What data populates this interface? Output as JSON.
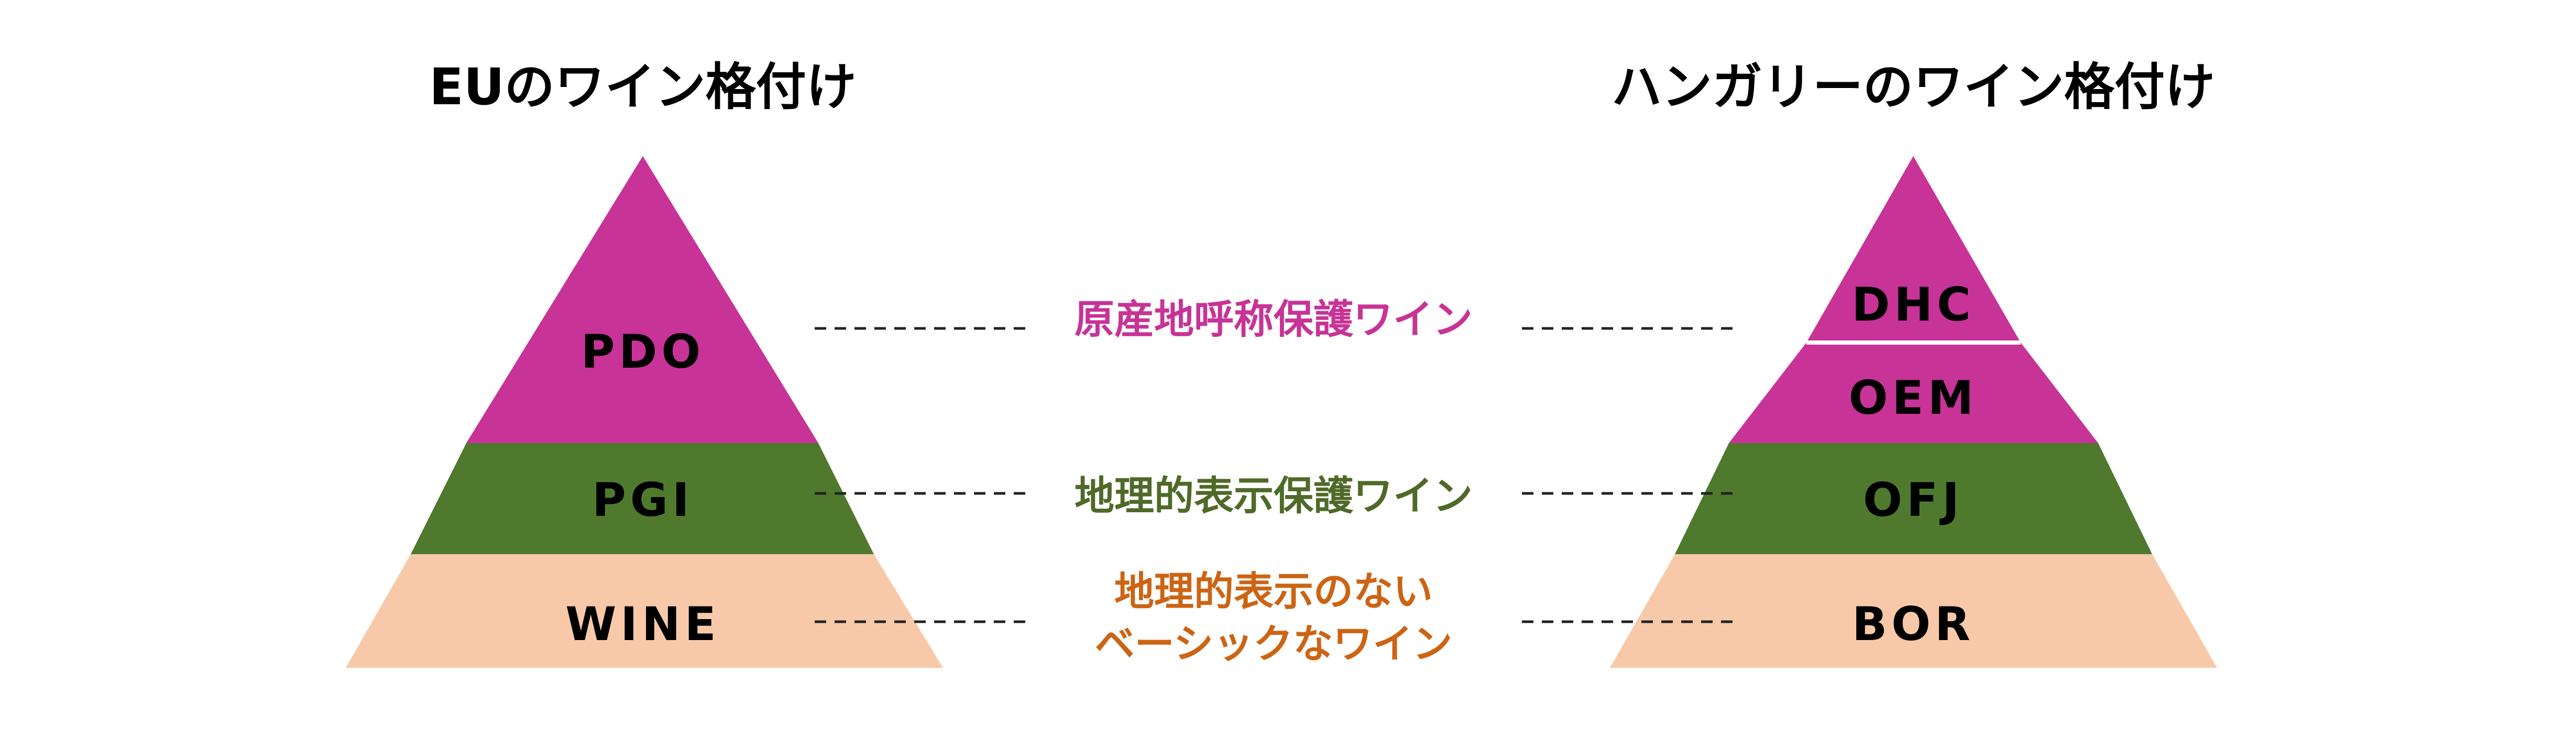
{
  "eu": {
    "title": "EUのワイン格付け",
    "tiers": [
      "PDO",
      "PGI",
      "WINE"
    ]
  },
  "hungary": {
    "title": "ハンガリーのワイン格付け",
    "tiers": [
      "DHC",
      "OEM",
      "OFJ",
      "BOR"
    ]
  },
  "descriptions": {
    "pdo": "原産地呼称保護ワイン",
    "pgi": "地理的表示保護ワイン",
    "wine_line1": "地理的表示のない",
    "wine_line2": "ベーシックなワイン"
  },
  "colors": {
    "pdo": "#c73396",
    "pgi": "#4f7a2e",
    "wine": "#f7c9a8",
    "pdo_text": "#c73396",
    "pgi_text": "#4f6a28",
    "wine_text": "#cc6414",
    "divider": "#ffffff",
    "dash": "#222222"
  }
}
